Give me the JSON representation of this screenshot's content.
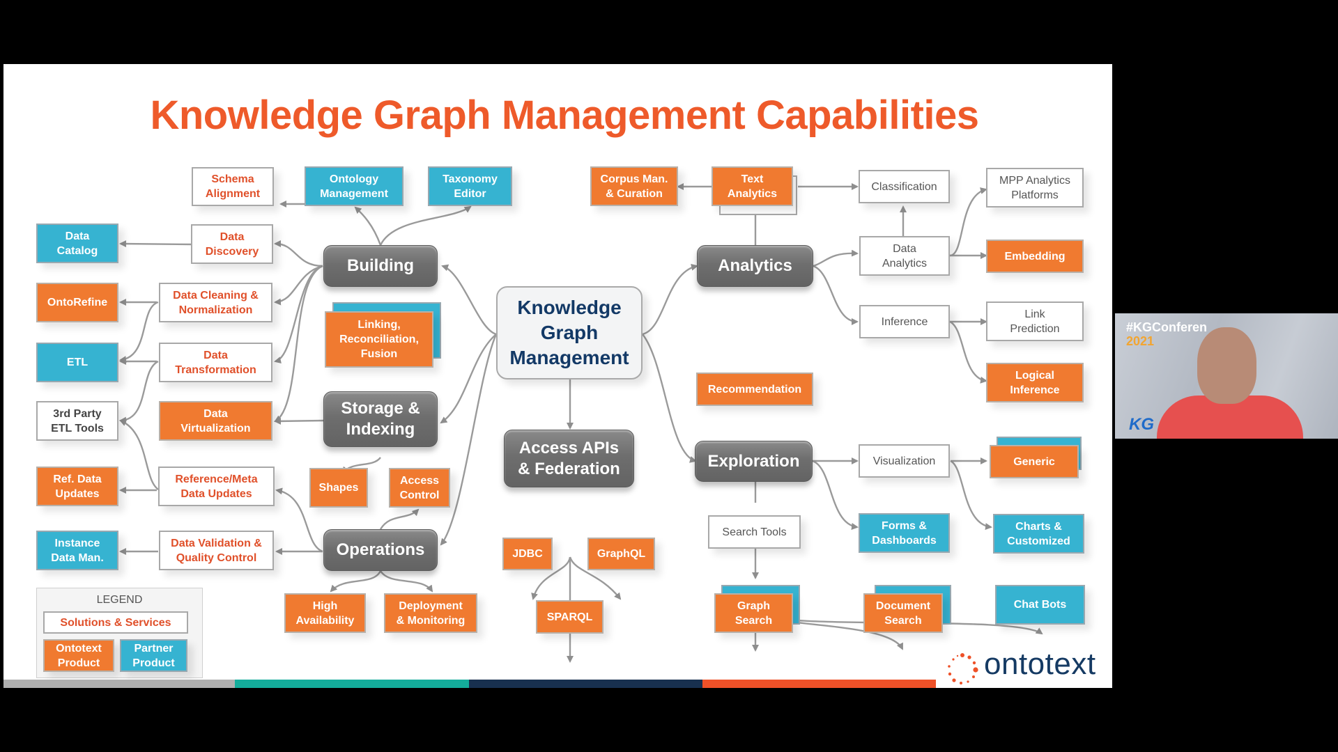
{
  "slide": {
    "title": "Knowledge Graph Management Capabilities",
    "core": "Knowledge\nGraph\nManagement",
    "capabilities": {
      "building": "Building",
      "storage": "Storage &\nIndexing",
      "operations": "Operations",
      "access": "Access APIs\n& Federation",
      "analytics": "Analytics",
      "exploration": "Exploration"
    },
    "building_children": {
      "schema_alignment": "Schema\nAlignment",
      "ontology_management": "Ontology\nManagement",
      "taxonomy_editor": "Taxonomy\nEditor",
      "data_discovery": "Data\nDiscovery",
      "data_catalog": "Data\nCatalog",
      "data_cleaning": "Data Cleaning &\nNormalization",
      "ontorefine": "OntoRefine",
      "data_transformation": "Data\nTransformation",
      "etl": "ETL",
      "third_party_etl": "3rd Party\nETL Tools",
      "linking": "Linking,\nReconciliation,\nFusion"
    },
    "storage_children": {
      "data_virtualization": "Data\nVirtualization",
      "shapes": "Shapes",
      "access_control": "Access\nControl"
    },
    "operations_children": {
      "reference_meta": "Reference/Meta\nData Updates",
      "ref_data_updates": "Ref. Data\nUpdates",
      "data_validation": "Data Validation &\nQuality Control",
      "instance_data_man": "Instance\nData Man.",
      "high_availability": "High\nAvailability",
      "deployment": "Deployment\n& Monitoring"
    },
    "access_children": {
      "jdbc": "JDBC",
      "graphql": "GraphQL",
      "sparql": "SPARQL"
    },
    "analytics_children": {
      "corpus": "Corpus Man.\n& Curation",
      "text_analytics": "Text\nAnalytics",
      "classification": "Classification",
      "mpp": "MPP Analytics\nPlatforms",
      "data_analytics": "Data\nAnalytics",
      "embedding": "Embedding",
      "inference": "Inference",
      "link_prediction": "Link\nPrediction",
      "logical_inference": "Logical\nInference"
    },
    "exploration_children": {
      "recommendation": "Recommendation",
      "visualization": "Visualization",
      "generic": "Generic",
      "forms_dashboards": "Forms &\nDashboards",
      "charts_customized": "Charts  &\nCustomized",
      "search_tools": "Search Tools",
      "graph_search": "Graph\nSearch",
      "document_search": "Document\nSearch",
      "chat_bots": "Chat Bots"
    },
    "legend": {
      "title": "LEGEND",
      "solutions": "Solutions & Services",
      "ontotext_product": "Ontotext\nProduct",
      "partner_product": "Partner\nProduct"
    },
    "logo": "ontotext",
    "colors": {
      "title": "#ee5a2a",
      "ontotext_product": "#f07a30",
      "partner_product": "#36b3d1",
      "capability": "#6e6e6e",
      "core_text": "#133966",
      "strip": [
        "#b0b0b0",
        "#14ad9b",
        "#18304f",
        "#ee5128"
      ]
    }
  },
  "video": {
    "hashtag": "#KGConferen",
    "year": "2021",
    "brand": "KG"
  }
}
